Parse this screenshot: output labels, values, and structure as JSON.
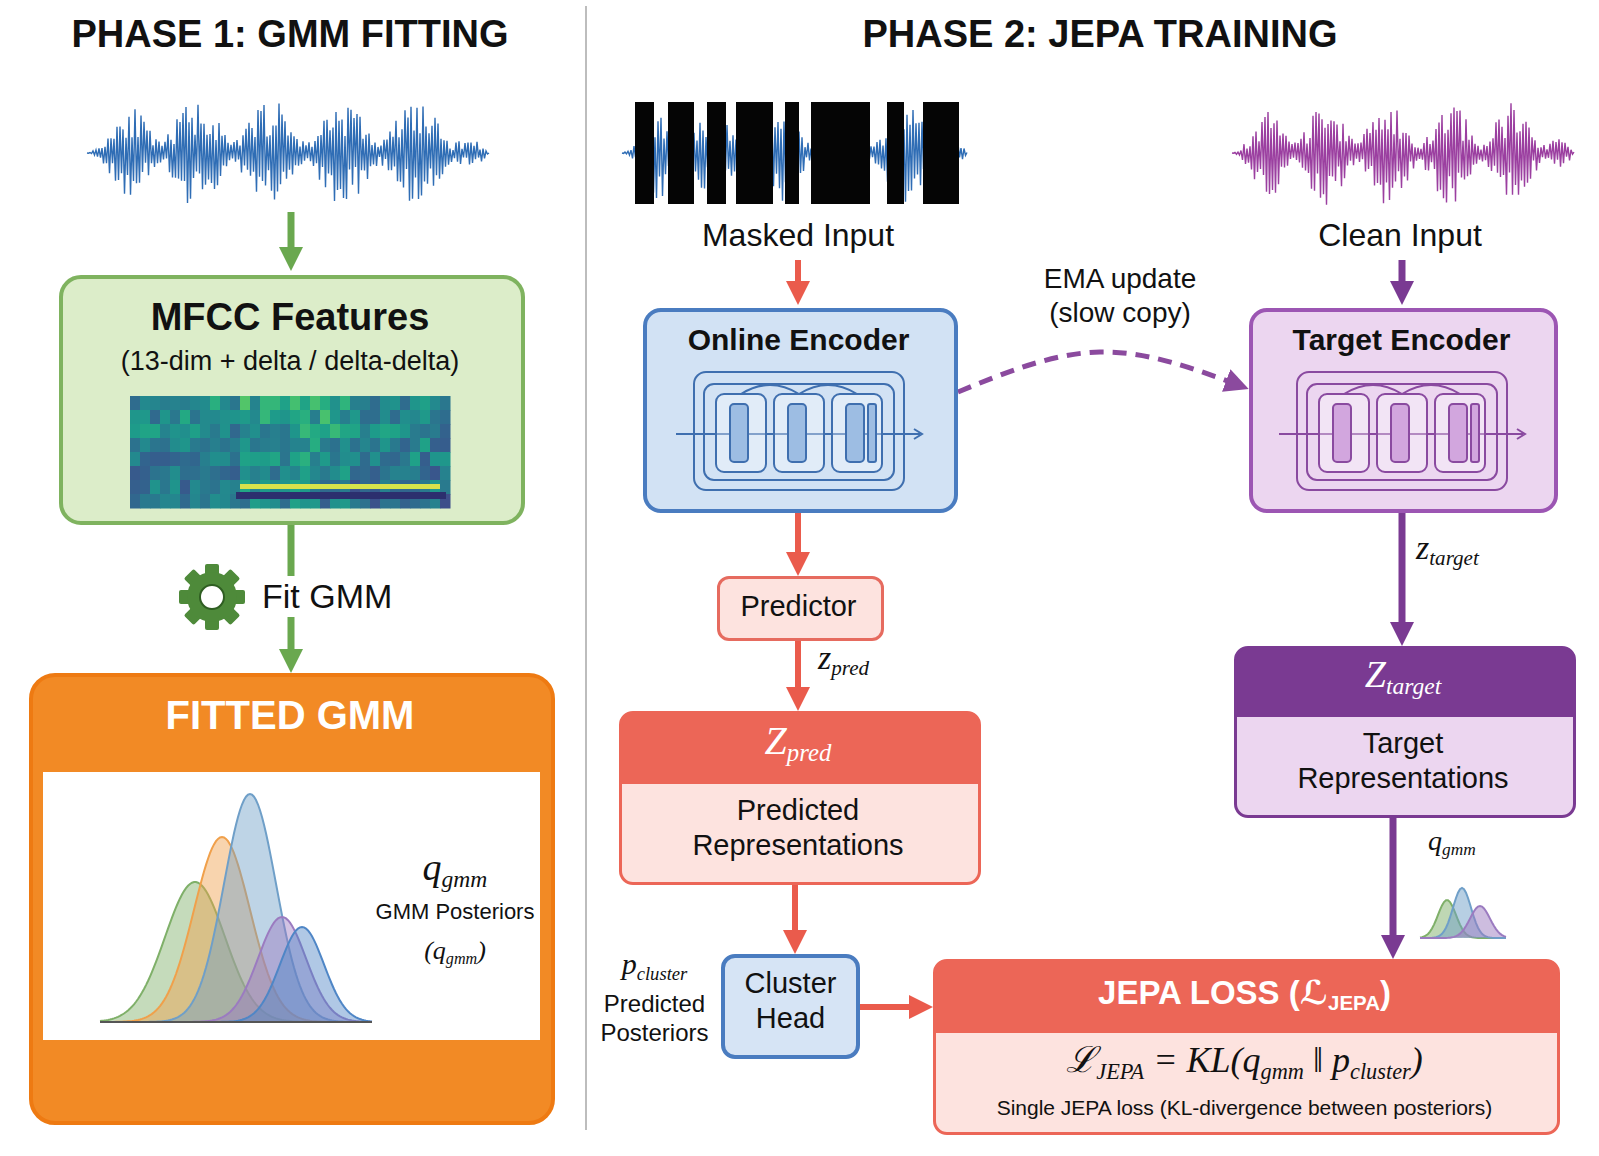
{
  "diagram": {
    "nodes": [
      {
        "text": [
          "MFCC Features",
          "(13-dim + delta / delta-delta)"
        ]
      },
      {
        "text": [
          "FITTED GMM",
          "qgmm",
          "GMM Posteriors",
          "(qgmm)"
        ]
      },
      {
        "text": [
          "Online Encoder"
        ]
      },
      {
        "text": [
          "Target Encoder"
        ]
      },
      {
        "text": [
          "Predictor"
        ]
      },
      {
        "text": [
          "Zpred",
          "Predicted Representations"
        ]
      },
      {
        "text": [
          "Ztarget",
          "Target Representations"
        ]
      },
      {
        "text": [
          "Cluster Head"
        ]
      },
      {
        "text": [
          "JEPA LOSS (ℒJEPA)",
          "ℒJEPA = KL(qgmm ‖ pcluster)",
          "Single JEPA loss (KL-divergence between posteriors)"
        ]
      }
    ],
    "edges": [
      {
        "from": 0,
        "to": 1,
        "arrow": "to",
        "label": "Fit GMM"
      },
      {
        "from": 2,
        "to": 3,
        "arrow": "to",
        "label": "EMA update (slow copy)"
      },
      {
        "from": 2,
        "to": 4,
        "arrow": "to"
      },
      {
        "from": 4,
        "to": 5,
        "arrow": "to",
        "label": "zpred"
      },
      {
        "from": 5,
        "to": 7,
        "arrow": "to"
      },
      {
        "from": 7,
        "to": 8,
        "arrow": "to"
      },
      {
        "from": 3,
        "to": 6,
        "arrow": "to",
        "label": "ztarget"
      },
      {
        "from": 6,
        "to": 8,
        "arrow": "to",
        "label": "qgmm"
      }
    ],
    "labels": [
      "PHASE 1: GMM FITTING",
      "PHASE 2: JEPA TRAINING",
      "Masked Input",
      "Clean Input",
      "pcluster",
      "Predicted Posteriors"
    ]
  }
}
